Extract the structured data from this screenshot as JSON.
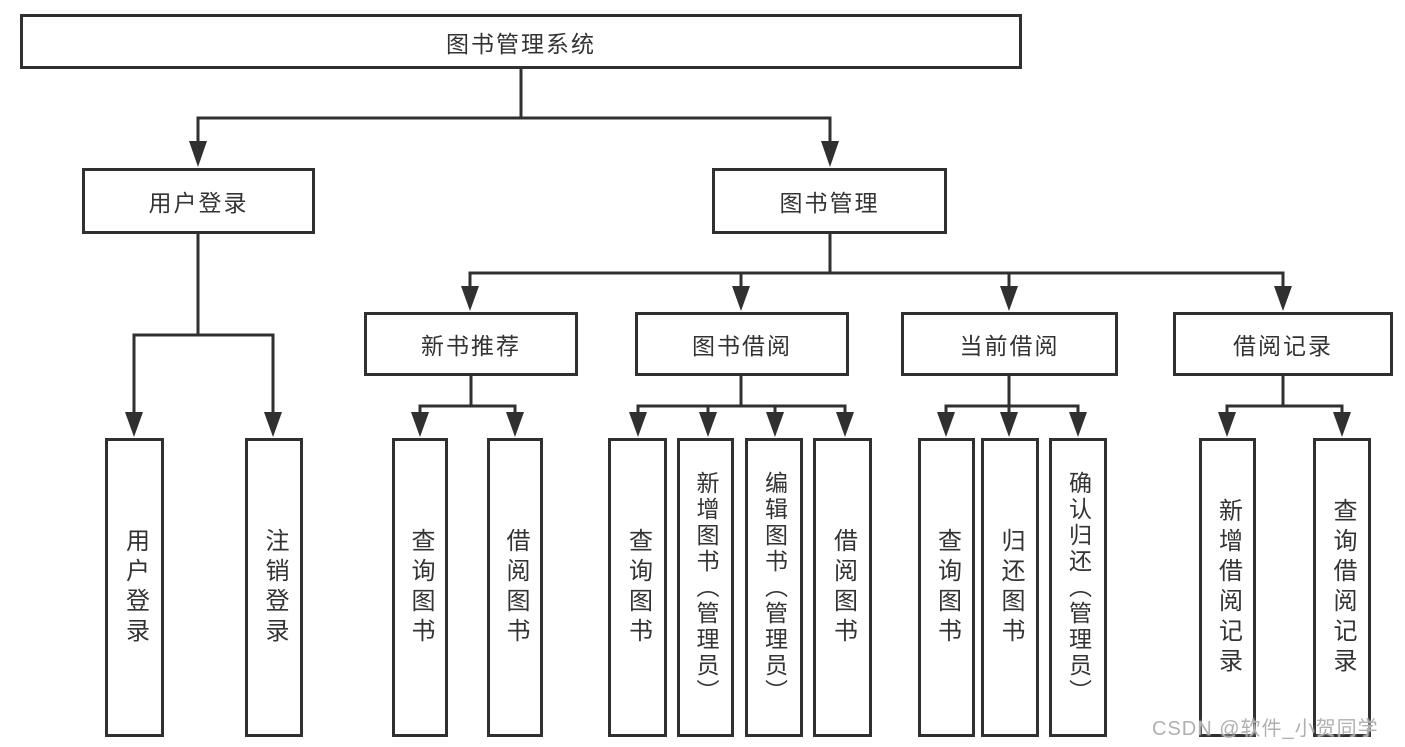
{
  "diagram": {
    "title": "图书管理系统",
    "root": {
      "label": "图书管理系统"
    },
    "level2": [
      {
        "id": "user-login",
        "label": "用户登录"
      },
      {
        "id": "book-management",
        "label": "图书管理"
      }
    ],
    "level3": [
      {
        "id": "new-book-recommend",
        "label": "新书推荐",
        "parent": "图书管理"
      },
      {
        "id": "book-borrow",
        "label": "图书借阅",
        "parent": "图书管理"
      },
      {
        "id": "current-borrow",
        "label": "当前借阅",
        "parent": "图书管理"
      },
      {
        "id": "borrow-records",
        "label": "借阅记录",
        "parent": "图书管理"
      }
    ],
    "leaves": [
      {
        "id": "user-login-leaf",
        "label": "用户登录",
        "parent": "用户登录"
      },
      {
        "id": "logout",
        "label": "注销登录",
        "parent": "用户登录"
      },
      {
        "id": "query-books-recommend",
        "label": "查询图书",
        "parent": "新书推荐"
      },
      {
        "id": "borrow-books-recommend",
        "label": "借阅图书",
        "parent": "新书推荐"
      },
      {
        "id": "query-books-borrow",
        "label": "查询图书",
        "parent": "图书借阅"
      },
      {
        "id": "add-books-admin",
        "label": "新增图书（管理员）",
        "parent": "图书借阅"
      },
      {
        "id": "edit-books-admin",
        "label": "编辑图书（管理员）",
        "parent": "图书借阅"
      },
      {
        "id": "borrow-books-borrow",
        "label": "借阅图书",
        "parent": "图书借阅"
      },
      {
        "id": "query-books-current",
        "label": "查询图书",
        "parent": "当前借阅"
      },
      {
        "id": "return-books",
        "label": "归还图书",
        "parent": "当前借阅"
      },
      {
        "id": "confirm-return-admin",
        "label": "确认归还（管理员）",
        "parent": "当前借阅"
      },
      {
        "id": "add-borrow-record",
        "label": "新增借阅记录",
        "parent": "借阅记录"
      },
      {
        "id": "query-borrow-record",
        "label": "查询借阅记录",
        "parent": "借阅记录"
      }
    ]
  },
  "watermark": "CSDN @软件_小贺同学",
  "colors": {
    "line": "#303030",
    "text": "#333333",
    "background": "#ffffff",
    "watermark": "#b0b0b0"
  }
}
